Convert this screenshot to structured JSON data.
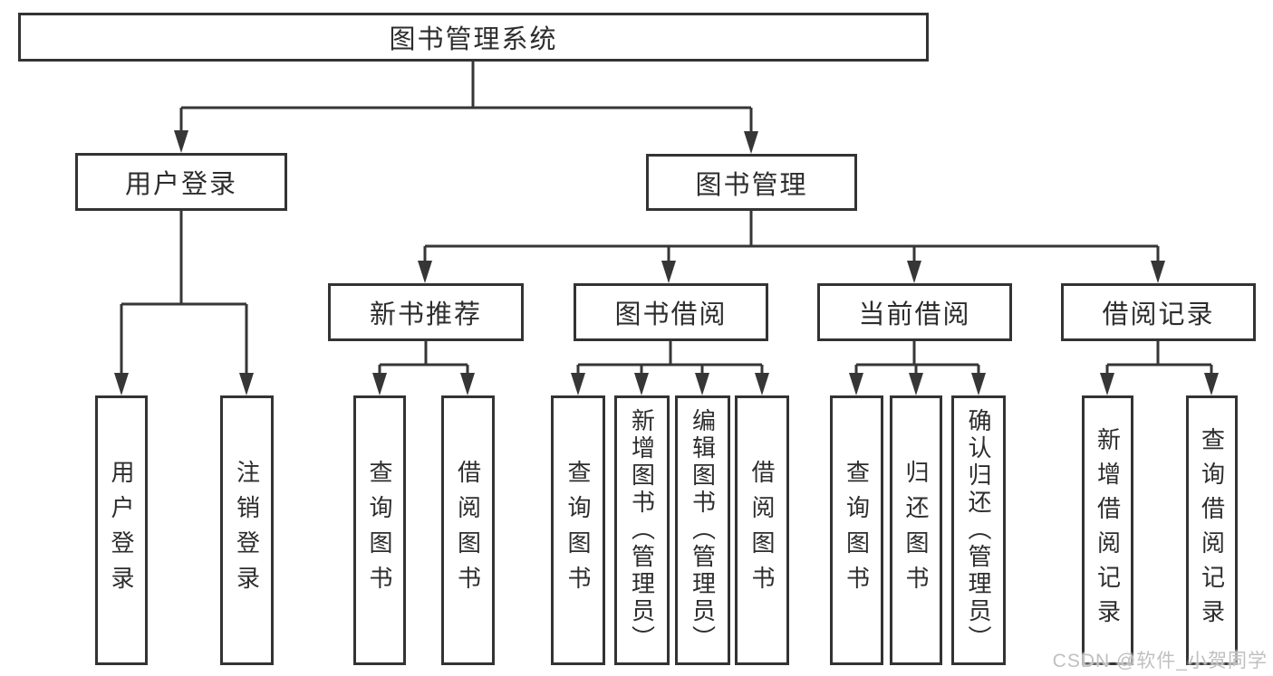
{
  "page": {
    "background_color": "#ffffff",
    "line_color": "#363636",
    "box_border_color": "#333333",
    "text_color": "#2d2d2d",
    "watermark_color": "#c0c0c0"
  },
  "diagram": {
    "root": "图书管理系统",
    "level2": {
      "user_login": "用户登录",
      "book_mgmt": "图书管理"
    },
    "level3": {
      "new_books": "新书推荐",
      "book_borrow": "图书借阅",
      "current_borrow": "当前借阅",
      "borrow_records": "借阅记录"
    },
    "leaves": {
      "user_login": "用户登录",
      "logout": "注销登录",
      "nb_query": "查询图书",
      "nb_borrow": "借阅图书",
      "bb_query": "查询图书",
      "bb_add": "新增图书（管理员）",
      "bb_edit": "编辑图书（管理员）",
      "bb_borrow": "借阅图书",
      "cb_query": "查询图书",
      "cb_return": "归还图书",
      "cb_confirm": "确认归还（管理员）",
      "br_add": "新增借阅记录",
      "br_query": "查询借阅记录"
    }
  },
  "watermark": "CSDN @软件_小贺同学"
}
